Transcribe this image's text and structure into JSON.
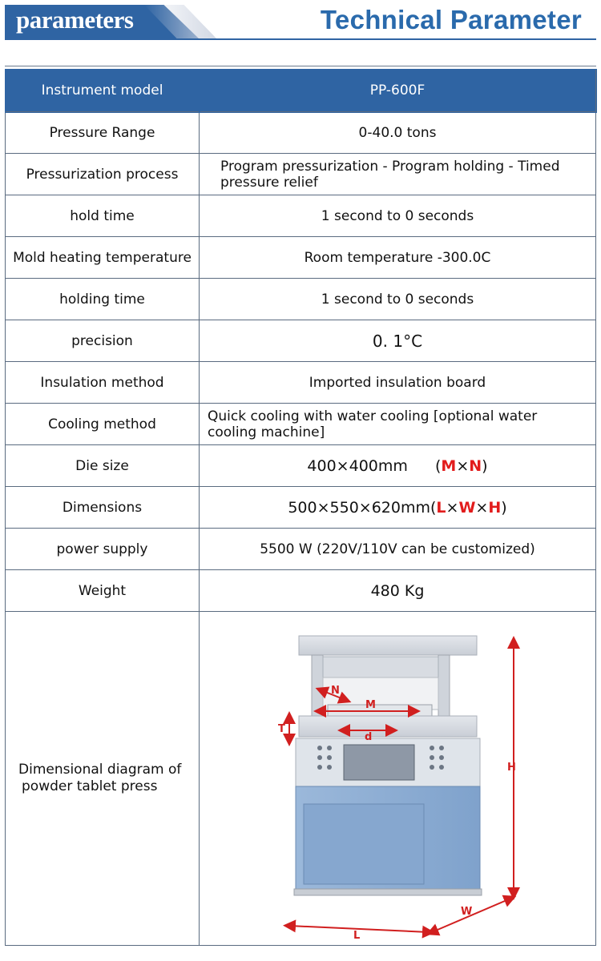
{
  "header": {
    "tag_label": "parameters",
    "title": "Technical Parameter"
  },
  "table": {
    "model_label": "Instrument model",
    "model_value": "PP-600F",
    "rows": [
      {
        "label": "Pressure Range",
        "value": "0-40.0 tons"
      },
      {
        "label": "Pressurization process",
        "value": "Program pressurization - Program holding - Timed pressure relief"
      },
      {
        "label": "hold time",
        "value": "1 second to 0 seconds"
      },
      {
        "label": "Mold heating temperature",
        "value": "Room temperature -300.0C"
      },
      {
        "label": "holding time",
        "value": "1 second to 0 seconds"
      },
      {
        "label": "precision",
        "value": "0. 1°C"
      },
      {
        "label": "Insulation method",
        "value": "Imported insulation board"
      },
      {
        "label": "Cooling method",
        "value": "Quick cooling with water cooling [optional water cooling machine]"
      },
      {
        "label": "Die size",
        "value_prefix": "400×400mm",
        "value_open": "(",
        "value_m": "M",
        "value_x": "×",
        "value_n": "N",
        "value_close": ")"
      },
      {
        "label": "Dimensions",
        "value_prefix": "500×550×620mm",
        "value_open": "(",
        "value_l": "L",
        "value_x1": "×",
        "value_w": "W",
        "value_x2": "×",
        "value_h": "H",
        "value_close": ")"
      },
      {
        "label": "power supply",
        "value": "5500 W (220V/110V can be customized)"
      },
      {
        "label": "Weight",
        "value": "480 Kg"
      }
    ],
    "diagram_label_line1": "Dimensional diagram of",
    "diagram_label_line2": "powder tablet press"
  },
  "diagram": {
    "labels": {
      "N": "N",
      "M": "M",
      "T": "T",
      "d": "d",
      "H": "H",
      "W": "W",
      "L": "L"
    },
    "colors": {
      "accent": "#2f64a3",
      "arrow": "#d11f1f",
      "body": "#8fb0d6",
      "metal": "#d9dde3"
    }
  }
}
